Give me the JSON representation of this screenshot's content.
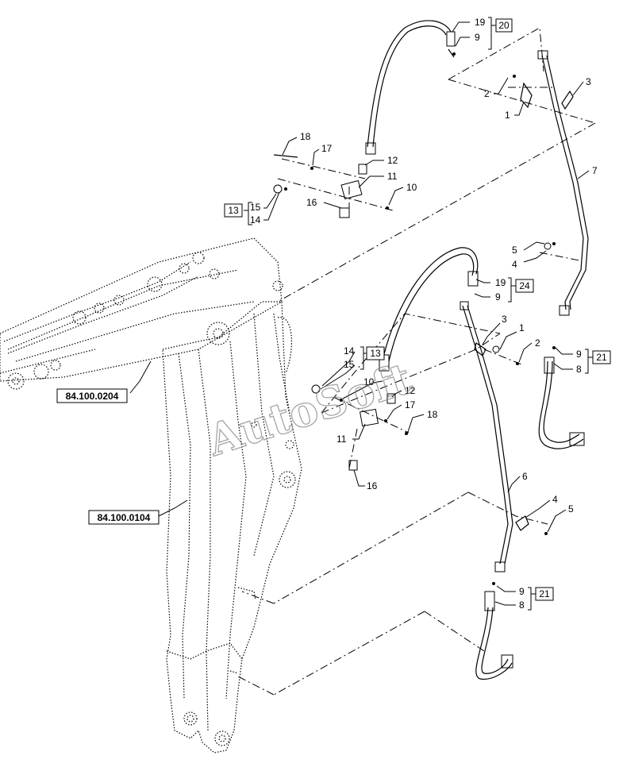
{
  "watermark": "AutoSoft",
  "refs": {
    "boom_ref": "84.100.0204",
    "dipper_ref": "84.100.0104"
  },
  "callouts": {
    "c1a": "1",
    "c1b": "1",
    "c2a": "2",
    "c2b": "2",
    "c3a": "3",
    "c3b": "3",
    "c4a": "4",
    "c4b": "4",
    "c5a": "5",
    "c5b": "5",
    "c6": "6",
    "c7": "7",
    "c8a": "8",
    "c8b": "8",
    "c9a": "9",
    "c9b": "9",
    "c9c": "9",
    "c9d": "9",
    "c10a": "10",
    "c10b": "10",
    "c11a": "11",
    "c11b": "11",
    "c12a": "12",
    "c12b": "12",
    "c14a": "14",
    "c14b": "14",
    "c15a": "15",
    "c15b": "15",
    "c16a": "16",
    "c16b": "16",
    "c17a": "17",
    "c17b": "17",
    "c18a": "18",
    "c18b": "18",
    "c19a": "19",
    "c19b": "19"
  },
  "kits": {
    "k13a": "13",
    "k13b": "13",
    "k20": "20",
    "k21a": "21",
    "k21b": "21",
    "k24": "24"
  }
}
